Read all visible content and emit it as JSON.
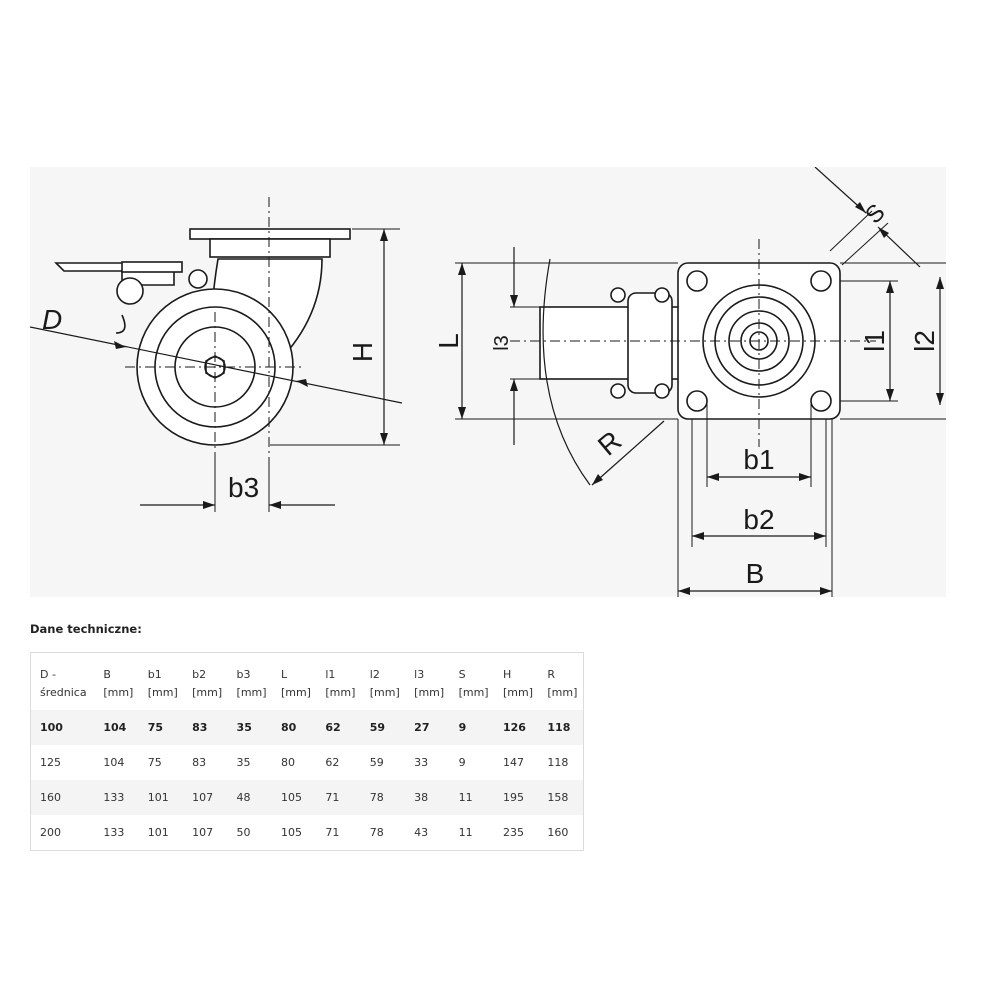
{
  "drawing": {
    "labels": {
      "D": "D",
      "H": "H",
      "b3": "b3",
      "L": "L",
      "l3": "l3",
      "R": "R",
      "S": "S",
      "l1": "l1",
      "l2": "l2",
      "b1": "b1",
      "b2": "b2",
      "B": "B"
    }
  },
  "section_title": "Dane techniczne:",
  "table": {
    "headers": [
      {
        "line1": "D -",
        "line2": "średnica"
      },
      {
        "line1": "B",
        "line2": "[mm]"
      },
      {
        "line1": "b1",
        "line2": "[mm]"
      },
      {
        "line1": "b2",
        "line2": "[mm]"
      },
      {
        "line1": "b3",
        "line2": "[mm]"
      },
      {
        "line1": "L",
        "line2": "[mm]"
      },
      {
        "line1": "l1",
        "line2": "[mm]"
      },
      {
        "line1": "l2",
        "line2": "[mm]"
      },
      {
        "line1": "l3",
        "line2": "[mm]"
      },
      {
        "line1": "S",
        "line2": "[mm]"
      },
      {
        "line1": "H",
        "line2": "[mm]"
      },
      {
        "line1": "R",
        "line2": "[mm]"
      }
    ],
    "rows": [
      [
        "100",
        "104",
        "75",
        "83",
        "35",
        "80",
        "62",
        "59",
        "27",
        "9",
        "126",
        "118"
      ],
      [
        "125",
        "104",
        "75",
        "83",
        "35",
        "80",
        "62",
        "59",
        "33",
        "9",
        "147",
        "118"
      ],
      [
        "160",
        "133",
        "101",
        "107",
        "48",
        "105",
        "71",
        "78",
        "38",
        "11",
        "195",
        "158"
      ],
      [
        "200",
        "133",
        "101",
        "107",
        "50",
        "105",
        "71",
        "78",
        "43",
        "11",
        "235",
        "160"
      ]
    ]
  }
}
